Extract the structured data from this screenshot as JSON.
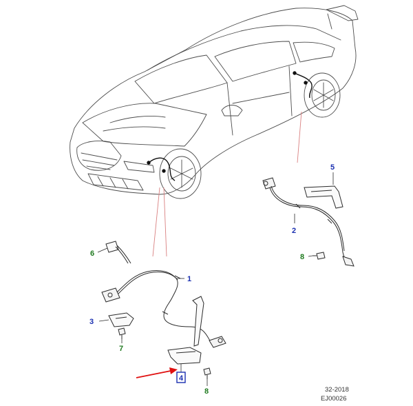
{
  "callouts": {
    "c1": {
      "label": "1",
      "color": "#1a2fb0"
    },
    "c2": {
      "label": "2",
      "color": "#1a2fb0"
    },
    "c3": {
      "label": "3",
      "color": "#1a2fb0"
    },
    "c4": {
      "label": "4",
      "color": "#1a2fb0",
      "highlighted": true
    },
    "c5": {
      "label": "5",
      "color": "#1a2fb0"
    },
    "c6": {
      "label": "6",
      "color": "#1f7a1f"
    },
    "c7": {
      "label": "7",
      "color": "#1f7a1f"
    },
    "c8a": {
      "label": "8",
      "color": "#1f7a1f"
    },
    "c8b": {
      "label": "8",
      "color": "#1f7a1f"
    }
  },
  "footer": {
    "line1": "32-2018",
    "line2": "EJ00026"
  },
  "colors": {
    "line": "#3a3a3a",
    "leader": "#d98080",
    "arrow": "#e01010",
    "highlight_box": "#1a2fb0"
  }
}
